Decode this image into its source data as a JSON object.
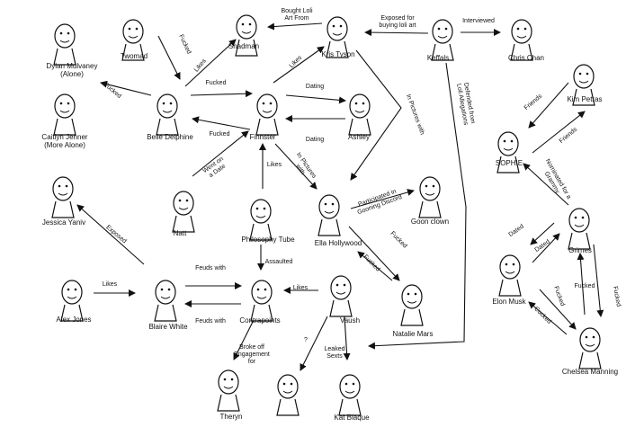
{
  "nodes": [
    {
      "id": "dylan",
      "label": "Dylan Mulvaney\n(Alone)"
    },
    {
      "id": "twomad",
      "label": "Twomad"
    },
    {
      "id": "shadman",
      "label": "Shadman"
    },
    {
      "id": "kris",
      "label": "Kris Tyson"
    },
    {
      "id": "keffals",
      "label": "Keffals"
    },
    {
      "id": "chrischan",
      "label": "Chris Chan"
    },
    {
      "id": "caitlyn",
      "label": "Caitlyn Jenner\n(More Alone)"
    },
    {
      "id": "belle",
      "label": "Belle Delphine"
    },
    {
      "id": "finnster",
      "label": "Finnster"
    },
    {
      "id": "ashley",
      "label": "Ashley"
    },
    {
      "id": "kimpetras",
      "label": "Kim Petras"
    },
    {
      "id": "sophie",
      "label": "SOPHIE"
    },
    {
      "id": "jessica",
      "label": "Jessica Yaniv"
    },
    {
      "id": "natt",
      "label": "Natt"
    },
    {
      "id": "philosophytube",
      "label": "Philosophy Tube"
    },
    {
      "id": "ella",
      "label": "Ella Hollywood"
    },
    {
      "id": "goonclown",
      "label": "Goon clown"
    },
    {
      "id": "grimes",
      "label": "Grimes"
    },
    {
      "id": "alexjones",
      "label": "Alex Jones"
    },
    {
      "id": "blaire",
      "label": "Blaire White"
    },
    {
      "id": "contrapoints",
      "label": "Contrapoints"
    },
    {
      "id": "vaush",
      "label": "Vaush"
    },
    {
      "id": "natalie",
      "label": "Natalie Mars"
    },
    {
      "id": "elon",
      "label": "Elon Musk"
    },
    {
      "id": "chelsea",
      "label": "Chelsea Manning"
    },
    {
      "id": "theryn",
      "label": "Theryn"
    },
    {
      "id": "katblaque",
      "label": "Kat Blaque"
    },
    {
      "id": "horse",
      "label": ""
    }
  ],
  "edges": [
    {
      "from": "kris",
      "to": "shadman",
      "label": "Bought Loli\nArt From"
    },
    {
      "from": "keffals",
      "to": "kris",
      "label": "Exposed for\nbuying loli art"
    },
    {
      "from": "keffals",
      "to": "chrischan",
      "label": "Interviewed"
    },
    {
      "from": "twomad",
      "to": "belle",
      "label": "Fucked"
    },
    {
      "from": "belle",
      "to": "twomad",
      "label": "Fucked"
    },
    {
      "from": "belle",
      "to": "shadman",
      "label": "Likes"
    },
    {
      "from": "finnster",
      "to": "kris",
      "label": "Likes"
    },
    {
      "from": "belle",
      "to": "finnster",
      "label": "Fucked"
    },
    {
      "from": "finnster",
      "to": "belle",
      "label": "Fucked"
    },
    {
      "from": "finnster",
      "to": "ashley",
      "label": "Dating"
    },
    {
      "from": "ashley",
      "to": "finnster",
      "label": "Dating"
    },
    {
      "from": "kris",
      "to": "ella",
      "label": "In Pictures with"
    },
    {
      "from": "finnster",
      "to": "ella",
      "label": "In Pictures\nwith"
    },
    {
      "from": "keffals",
      "to": "vaush",
      "label": "Defended from\nLoli Allegations"
    },
    {
      "from": "kimpetras",
      "to": "sophie",
      "label": "Friends"
    },
    {
      "from": "sophie",
      "to": "kimpetras",
      "label": "Friends"
    },
    {
      "from": "grimes",
      "to": "sophie",
      "label": "Nominated for a\nGrammy"
    },
    {
      "from": "natt",
      "to": "finnster",
      "label": "Went on\na Date"
    },
    {
      "from": "philosophytube",
      "to": "finnster",
      "label": "Likes"
    },
    {
      "from": "ella",
      "to": "goonclown",
      "label": "Participated in\nGooning Discord"
    },
    {
      "from": "blaire",
      "to": "jessica",
      "label": "Exposed"
    },
    {
      "from": "philosophytube",
      "to": "contrapoints",
      "label": "Assaulted"
    },
    {
      "from": "ella",
      "to": "natalie",
      "label": "Fucked"
    },
    {
      "from": "natalie",
      "to": "ella",
      "label": "Fucked"
    },
    {
      "from": "alexjones",
      "to": "blaire",
      "label": "Likes"
    },
    {
      "from": "blaire",
      "to": "contrapoints",
      "label": "Feuds with"
    },
    {
      "from": "contrapoints",
      "to": "blaire",
      "label": "Feuds with"
    },
    {
      "from": "vaush",
      "to": "contrapoints",
      "label": "Likes"
    },
    {
      "from": "grimes",
      "to": "elon",
      "label": "Dated"
    },
    {
      "from": "elon",
      "to": "grimes",
      "label": "Dated"
    },
    {
      "from": "grimes",
      "to": "chelsea",
      "label": "Fucked"
    },
    {
      "from": "chelsea",
      "to": "grimes",
      "label": "Fucked"
    },
    {
      "from": "chelsea",
      "to": "elon",
      "label": "Cucked"
    },
    {
      "from": "elon",
      "to": "chelsea",
      "label": "Fucked"
    },
    {
      "from": "contrapoints",
      "to": "theryn",
      "label": "Broke off\nEngagement\nfor"
    },
    {
      "from": "vaush",
      "to": "horse",
      "label": "?"
    },
    {
      "from": "vaush",
      "to": "katblaque",
      "label": "Leaked\nSexts"
    }
  ]
}
